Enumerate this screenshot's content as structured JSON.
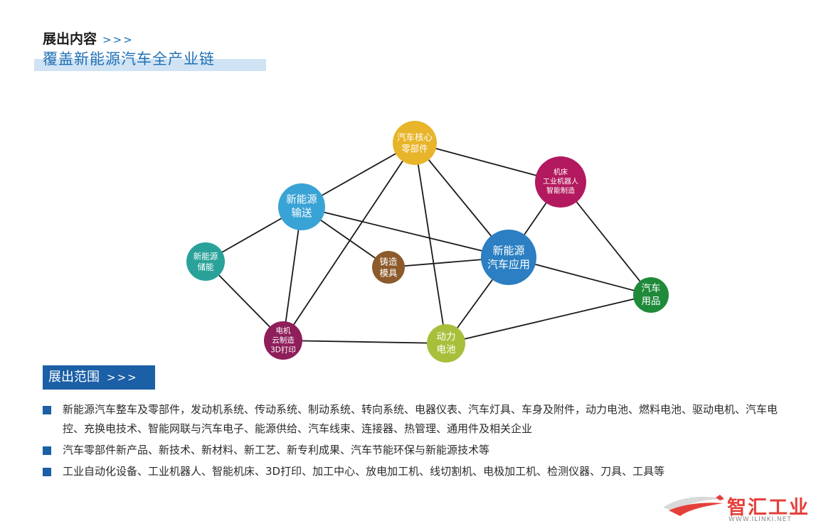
{
  "header": {
    "section_title": "展出内容",
    "section_arrows": ">>>",
    "headline": "覆盖新能源汽车全产业链"
  },
  "diagram": {
    "nodes": [
      {
        "id": "core-parts",
        "lines": [
          "汽车核心",
          "零部件"
        ],
        "color": "#e8b42a"
      },
      {
        "id": "transmission",
        "lines": [
          "新能源",
          "输送"
        ],
        "color": "#3aa3d6"
      },
      {
        "id": "machine-tools",
        "lines": [
          "机床",
          "工业机器人",
          "智能制造"
        ],
        "color": "#b3195e"
      },
      {
        "id": "storage",
        "lines": [
          "新能源",
          "储能"
        ],
        "color": "#2aa29a"
      },
      {
        "id": "casting",
        "lines": [
          "铸造",
          "模具"
        ],
        "color": "#8c5a2b"
      },
      {
        "id": "application",
        "lines": [
          "新能源",
          "汽车应用"
        ],
        "color": "#2b7fc2"
      },
      {
        "id": "supplies",
        "lines": [
          "汽车",
          "用品"
        ],
        "color": "#1f8a3a"
      },
      {
        "id": "motor",
        "lines": [
          "电机",
          "云制造",
          "3D打印"
        ],
        "color": "#8e1f5b"
      },
      {
        "id": "battery",
        "lines": [
          "动力",
          "电池"
        ],
        "color": "#a7c03c"
      }
    ],
    "edges": [
      [
        "core-parts",
        "motor"
      ],
      [
        "core-parts",
        "battery"
      ],
      [
        "core-parts",
        "application"
      ],
      [
        "core-parts",
        "transmission"
      ],
      [
        "transmission",
        "casting"
      ],
      [
        "transmission",
        "storage"
      ],
      [
        "transmission",
        "motor"
      ],
      [
        "transmission",
        "application"
      ],
      [
        "storage",
        "motor"
      ],
      [
        "motor",
        "battery"
      ],
      [
        "casting",
        "application"
      ],
      [
        "application",
        "battery"
      ],
      [
        "application",
        "supplies"
      ],
      [
        "application",
        "machine-tools"
      ],
      [
        "machine-tools",
        "supplies"
      ],
      [
        "machine-tools",
        "core-parts"
      ],
      [
        "battery",
        "supplies"
      ]
    ]
  },
  "scope": {
    "title": "展出范围",
    "arrows": ">>>",
    "items": [
      "新能源汽车整车及零部件，发动机系统、传动系统、制动系统、转向系统、电器仪表、汽车灯具、车身及附件，动力电池、燃料电池、驱动电机、汽车电控、充换电技术、智能网联与汽车电子、能源供给、汽车线束、连接器、热管理、通用件及相关企业",
      "汽车零部件新产品、新技术、新材料、新工艺、新专利成果、汽车节能环保与新能源技术等",
      "工业自动化设备、工业机器人、智能机床、3D打印、加工中心、放电加工机、线切割机、电极加工机、检测仪器、刀具、工具等"
    ]
  },
  "logo": {
    "brand": "智汇工业",
    "site": "WWW.ILINKI.NET",
    "brand_color": "#e4403a"
  }
}
